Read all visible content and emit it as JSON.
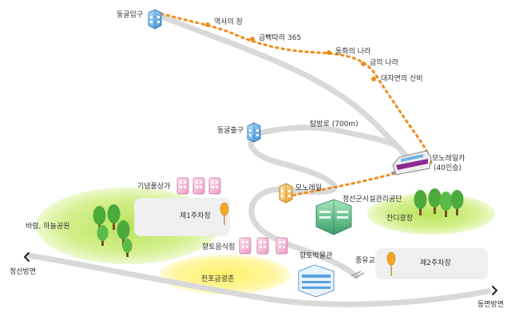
{
  "map": {
    "colors": {
      "road": "#d9d9d9",
      "trail": "#f08c1e",
      "park_green": "#c7ec7a",
      "plaza_yellow": "#fff27a",
      "lot_gray": "#efefef",
      "pin": "#f5a623",
      "monorail": "#8b2a8f"
    },
    "labels": {
      "cave_entrance": "동굴입구",
      "history_field": "역사의 장",
      "walk_365": "금빡따라 365",
      "fairy_land": "동화의 나라",
      "gold_land": "금의 나라",
      "nature_mystery": "대자연의 신비",
      "cave_exit": "동굴출구",
      "trail_700m": "탐방로 (700m)",
      "monorail_car": "모노레일카",
      "monorail_capacity": "(40인승)",
      "monorail_station": "모노레일",
      "souvenir_shops": "기념품상가",
      "parking1": "제1주차장",
      "facility_corp": "정선군시설관리공단",
      "lawn_plaza": "잔디광장",
      "wind_sky_park": "바람, 하늘공원",
      "food_street": "향토음식점",
      "museum": "향토박물관",
      "jongyugyo": "종유교",
      "parking2": "제2주차장",
      "cheonpo_village": "천포금광촌",
      "to_jeongseon": "정선방면",
      "to_dongmyeon": "동면방면"
    },
    "icons": {
      "cave_entrance": "building-icon",
      "cave_exit": "building-icon",
      "monorail_station": "station-icon",
      "monorail_car": "monorail-car-icon",
      "souvenir": "shop-icon",
      "food": "shop-icon",
      "office": "office-building-icon",
      "museum": "museum-icon",
      "parking": "parking-pin-icon",
      "tree": "tree-icon",
      "bridge": "bridge-icon",
      "left_arrow": "chevron-left-icon",
      "right_arrow": "chevron-right-icon"
    }
  }
}
